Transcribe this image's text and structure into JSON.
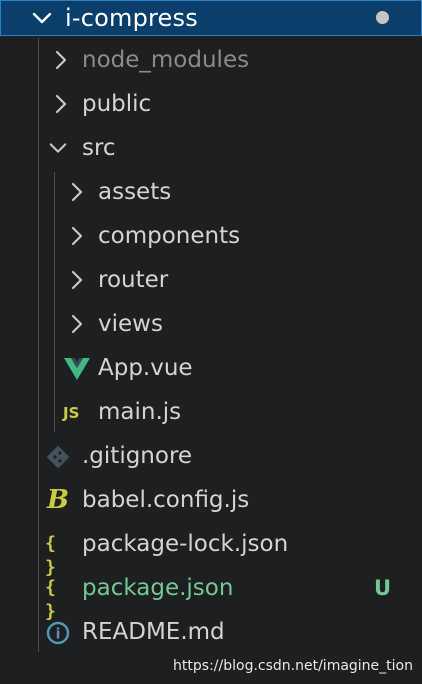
{
  "explorer": {
    "root": {
      "label": "i-compress",
      "expanded": true,
      "has_unsaved_changes": true
    },
    "items": [
      {
        "label": "node_modules",
        "kind": "folder",
        "expanded": false,
        "muted": true,
        "icon": "chevron-right-icon"
      },
      {
        "label": "public",
        "kind": "folder",
        "expanded": false,
        "icon": "chevron-right-icon"
      },
      {
        "label": "src",
        "kind": "folder",
        "expanded": true,
        "icon": "chevron-down-icon"
      },
      {
        "label": "assets",
        "kind": "folder",
        "expanded": false,
        "icon": "chevron-right-icon"
      },
      {
        "label": "components",
        "kind": "folder",
        "expanded": false,
        "icon": "chevron-right-icon"
      },
      {
        "label": "router",
        "kind": "folder",
        "expanded": false,
        "icon": "chevron-right-icon"
      },
      {
        "label": "views",
        "kind": "folder",
        "expanded": false,
        "icon": "chevron-right-icon"
      },
      {
        "label": "App.vue",
        "kind": "file",
        "icon": "vue-icon",
        "icon_color": "#41b883"
      },
      {
        "label": "main.js",
        "kind": "file",
        "icon": "js-icon",
        "icon_text": "JS",
        "icon_color": "#cbcb41"
      },
      {
        "label": ".gitignore",
        "kind": "file",
        "icon": "git-icon",
        "icon_color": "#41535b"
      },
      {
        "label": "babel.config.js",
        "kind": "file",
        "icon": "babel-icon",
        "icon_text": "B",
        "icon_color": "#cbcb41"
      },
      {
        "label": "package-lock.json",
        "kind": "file",
        "icon": "json-icon",
        "icon_text": "{ }",
        "icon_color": "#cbcb41"
      },
      {
        "label": "package.json",
        "kind": "file",
        "icon": "json-icon",
        "icon_text": "{ }",
        "icon_color": "#cbcb41",
        "git_status": "U",
        "label_color": "#73c991"
      },
      {
        "label": "README.md",
        "kind": "file",
        "icon": "info-icon",
        "icon_text": "i",
        "icon_color": "#519aba"
      }
    ]
  },
  "watermark": "https://blog.csdn.net/imagine_tion"
}
